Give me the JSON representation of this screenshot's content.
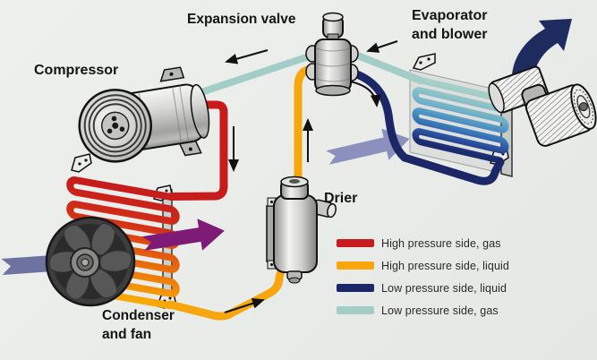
{
  "diagram": {
    "labels": {
      "compressor": "Compressor",
      "expansion_valve": "Expansion valve",
      "evaporator_line1": "Evaporator",
      "evaporator_line2": "and blower",
      "drier": "Drier",
      "condenser_line1": "Condenser",
      "condenser_line2": "and fan"
    },
    "legend": {
      "items": [
        {
          "label": "High pressure side, gas",
          "color": "#c81c1c"
        },
        {
          "label": "High pressure side, liquid",
          "color": "#f7a60e"
        },
        {
          "label": "Low pressure side, liquid",
          "color": "#1b2766"
        },
        {
          "label": "Low pressure side, gas",
          "color": "#a3cec7"
        }
      ]
    },
    "colors": {
      "background": "#e9ece8",
      "high_pressure_gas": "#c81c1c",
      "high_pressure_liquid": "#f7a60e",
      "low_pressure_liquid": "#1b2766",
      "low_pressure_gas": "#a3cec7",
      "cool_airflow_arrow": "#6e72a0",
      "warm_airflow_arrow": "#7e1b76",
      "blower_output_arrow": "#1d2b5e"
    }
  }
}
